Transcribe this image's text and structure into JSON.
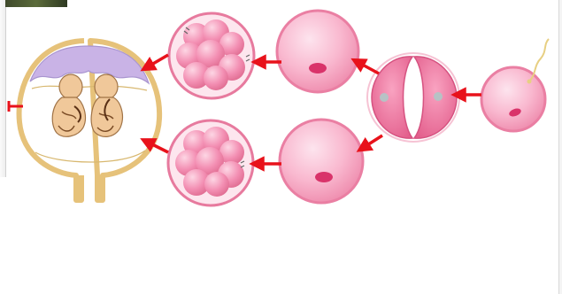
{
  "diagram": {
    "topic": "twin-development",
    "stages": [
      "fertilized-egg",
      "two-cell-division",
      "single-cell-upper",
      "morula-upper",
      "single-cell-lower",
      "morula-lower",
      "twin-embryos-in-uterus"
    ]
  },
  "colors": {
    "cell_fill": "#f7a9c3",
    "cell_edge": "#e06d92",
    "nucleus": "#d9336a",
    "arrow": "#e8121b",
    "uterus_wall": "#e6c27a",
    "placenta": "#c9b3e6",
    "embryo": "#f0c89a"
  }
}
